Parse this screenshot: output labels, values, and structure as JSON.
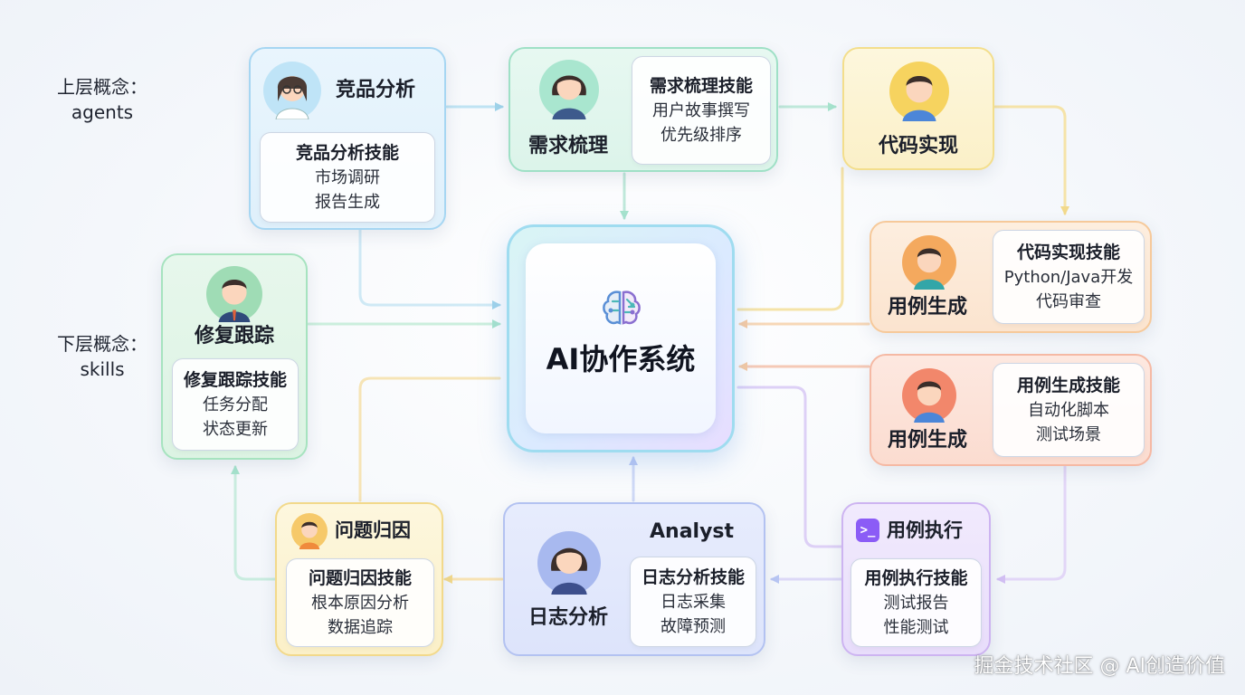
{
  "side_labels": {
    "upper_line1": "上层概念：",
    "upper_line2": "agents",
    "lower_line1": "下层概念：",
    "lower_line2": "skills"
  },
  "center": {
    "title": "AI协作系统",
    "icon": "brain-circuit-icon"
  },
  "nodes": {
    "competitive": {
      "agent": "竞品分析",
      "skill": "竞品分析技能",
      "items": [
        "市场调研",
        "报告生成"
      ]
    },
    "requirements": {
      "agent": "需求梳理",
      "skill": "需求梳理技能",
      "items": [
        "用户故事撰写",
        "优先级排序"
      ]
    },
    "code": {
      "agent": "代码实现"
    },
    "codeskill": {
      "agent": "用例生成",
      "skill": "代码实现技能",
      "items": [
        "Python/Java开发",
        "代码审查"
      ]
    },
    "casegen": {
      "agent": "用例生成",
      "skill": "用例生成技能",
      "items": [
        "自动化脚本",
        "测试场景"
      ]
    },
    "caseexec": {
      "agent": "用例执行",
      "skill": "用例执行技能",
      "items": [
        "测试报告",
        "性能测试"
      ],
      "icon": "terminal-icon"
    },
    "log": {
      "agent": "日志分析",
      "header": "Analyst",
      "skill": "日志分析技能",
      "items": [
        "日志采集",
        "故障预测"
      ]
    },
    "rootcause": {
      "agent": "问题归因",
      "skill": "问题归因技能",
      "items": [
        "根本原因分析",
        "数据追踪"
      ]
    },
    "repair": {
      "agent": "修复跟踪",
      "skill": "修复跟踪技能",
      "items": [
        "任务分配",
        "状态更新"
      ]
    }
  },
  "watermark": "掘金技术社区 @ AI创造价值"
}
